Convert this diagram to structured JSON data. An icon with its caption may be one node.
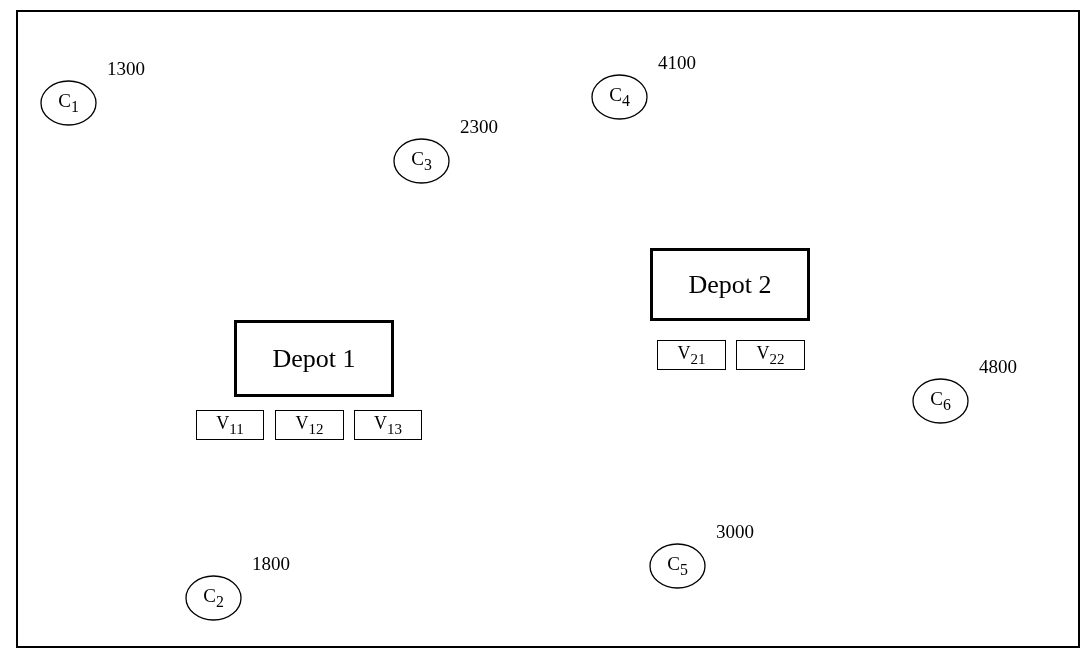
{
  "diagram": {
    "nodes": [
      {
        "text": [
          "C$_{1}$"
        ],
        "beside": [
          "1300"
        ]
      },
      {
        "text": [
          "C$_{4}$"
        ],
        "beside": [
          "4100"
        ]
      },
      {
        "text": [
          "C$_{3}$"
        ],
        "beside": [
          "2300"
        ]
      },
      {
        "text": [
          "Depot 2"
        ]
      },
      {
        "text": [
          "V$_{21}$"
        ]
      },
      {
        "text": [
          "V$_{22}$"
        ]
      },
      {
        "text": [
          "Depot 1"
        ]
      },
      {
        "text": [
          "C$_{6}$"
        ],
        "beside": [
          "4800"
        ]
      },
      {
        "text": [
          "V$_{11}$"
        ]
      },
      {
        "text": [
          "V$_{12}$"
        ]
      },
      {
        "text": [
          "V$_{13}$"
        ]
      },
      {
        "text": [
          "C$_{5}$"
        ],
        "beside": [
          "3000"
        ]
      },
      {
        "text": [
          "C$_{2}$"
        ],
        "beside": [
          "1800"
        ]
      }
    ]
  }
}
